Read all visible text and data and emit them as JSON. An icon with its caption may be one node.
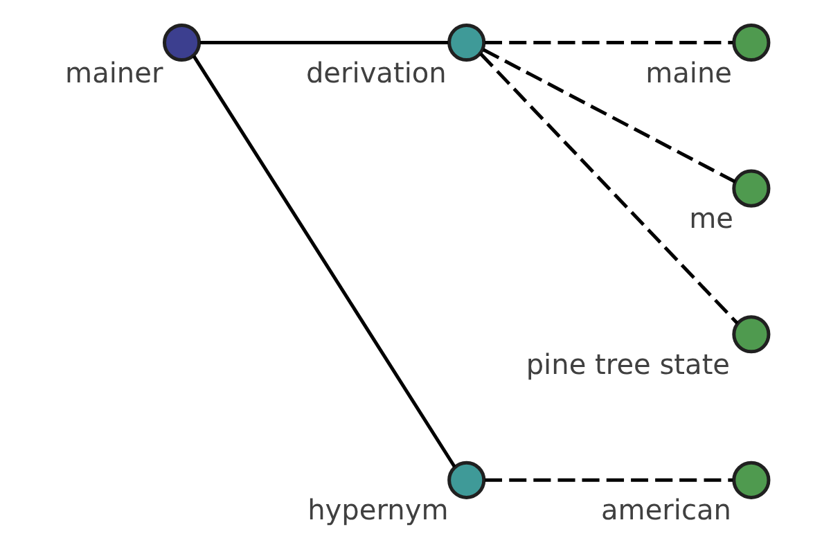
{
  "diagram": {
    "nodes": [
      {
        "text": [],
        "shape": "circle",
        "beside": [
          "maine"
        ]
      },
      {
        "text": [],
        "shape": "circle",
        "beside": [
          "me"
        ]
      },
      {
        "text": [],
        "shape": "circle",
        "beside": [
          "derivation"
        ]
      },
      {
        "text": [],
        "shape": "circle",
        "beside": [
          "pine tree state"
        ]
      },
      {
        "text": [],
        "shape": "circle",
        "beside": [
          "mainer"
        ]
      },
      {
        "text": [],
        "shape": "circle",
        "beside": [
          "hypernym"
        ]
      },
      {
        "text": [],
        "shape": "circle",
        "beside": [
          "american"
        ]
      }
    ],
    "edges": [
      {
        "from": 4,
        "to": 2,
        "arrow": "none"
      },
      {
        "from": 4,
        "to": 5,
        "arrow": "none"
      },
      {
        "from": 2,
        "to": 0,
        "arrow": "none",
        "style": "dashed"
      },
      {
        "from": 2,
        "to": 1,
        "arrow": "none",
        "style": "dashed"
      },
      {
        "from": 2,
        "to": 3,
        "arrow": "none",
        "style": "dashed"
      },
      {
        "from": 5,
        "to": 6,
        "arrow": "none",
        "style": "dashed"
      }
    ]
  }
}
